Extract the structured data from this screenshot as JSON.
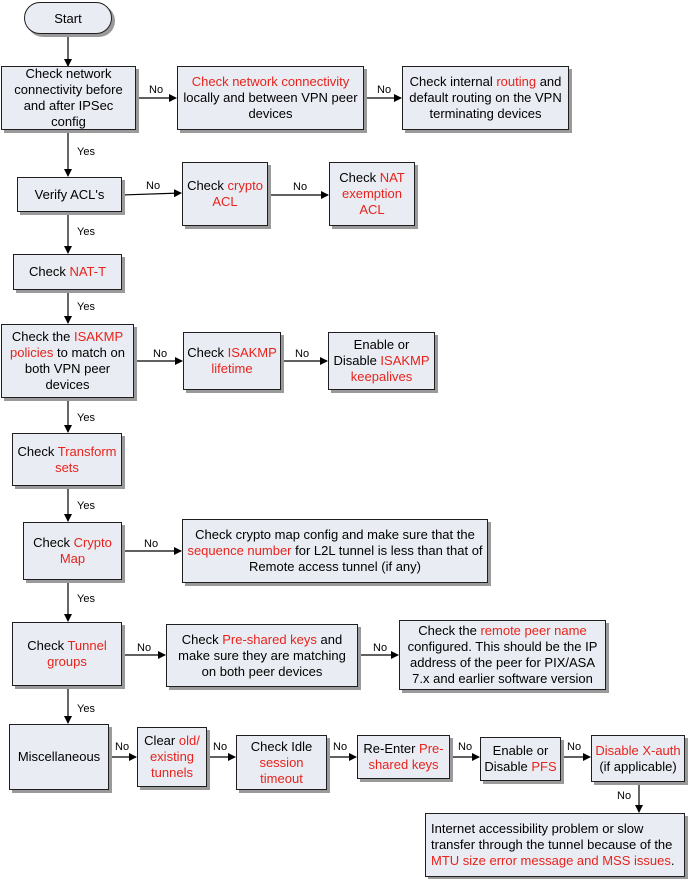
{
  "start": "Start",
  "yes": "Yes",
  "no": "No",
  "nodes": {
    "check_network_main": [
      {
        "t": "Check network connectivity before and after IPSec config",
        "r": false
      }
    ],
    "check_network_conn": [
      {
        "t": "Check network connectivity",
        "r": true
      },
      {
        "t": " locally and between VPN peer devices",
        "r": false
      }
    ],
    "check_routing": [
      {
        "t": "Check internal ",
        "r": false
      },
      {
        "t": "routing",
        "r": true
      },
      {
        "t": " and default routing on the VPN terminating devices",
        "r": false
      }
    ],
    "verify_acls": [
      {
        "t": "Verify ACL's",
        "r": false
      }
    ],
    "check_crypto_acl": [
      {
        "t": "Check ",
        "r": false
      },
      {
        "t": "crypto ACL",
        "r": true
      }
    ],
    "check_nat_exemption": [
      {
        "t": "Check ",
        "r": false
      },
      {
        "t": "NAT exemption ACL",
        "r": true
      }
    ],
    "check_natt": [
      {
        "t": "Check ",
        "r": false
      },
      {
        "t": "NAT-T",
        "r": true
      }
    ],
    "check_isakmp_policies": [
      {
        "t": "Check the ",
        "r": false
      },
      {
        "t": "ISAKMP policies",
        "r": true
      },
      {
        "t": " to match on both VPN peer devices",
        "r": false
      }
    ],
    "check_isakmp_lifetime": [
      {
        "t": "Check ",
        "r": false
      },
      {
        "t": "ISAKMP lifetime",
        "r": true
      }
    ],
    "isakmp_keepalives": [
      {
        "t": "Enable or Disable ",
        "r": false
      },
      {
        "t": "ISAKMP keepalives",
        "r": true
      }
    ],
    "check_transform_sets": [
      {
        "t": "Check ",
        "r": false
      },
      {
        "t": "Transform sets",
        "r": true
      }
    ],
    "check_crypto_map": [
      {
        "t": "Check ",
        "r": false
      },
      {
        "t": "Crypto Map",
        "r": true
      }
    ],
    "crypto_map_config": [
      {
        "t": "Check crypto map config and make sure that the ",
        "r": false
      },
      {
        "t": "sequence number",
        "r": true
      },
      {
        "t": " for L2L tunnel is less than that of Remote access tunnel (if any)",
        "r": false
      }
    ],
    "check_tunnel_groups": [
      {
        "t": "Check ",
        "r": false
      },
      {
        "t": "Tunnel groups",
        "r": true
      }
    ],
    "check_preshared_keys": [
      {
        "t": "Check ",
        "r": false
      },
      {
        "t": "Pre-shared keys",
        "r": true
      },
      {
        "t": " and make sure they are matching on both peer devices",
        "r": false
      }
    ],
    "check_remote_peer": [
      {
        "t": "Check the ",
        "r": false
      },
      {
        "t": "remote peer name",
        "r": true
      },
      {
        "t": " configured. This should be the IP address of the peer for PIX/ASA 7.x and earlier software version",
        "r": false
      }
    ],
    "miscellaneous": [
      {
        "t": "Miscellaneous",
        "r": false
      }
    ],
    "clear_tunnels": [
      {
        "t": "Clear ",
        "r": false
      },
      {
        "t": "old/ existing tunnels",
        "r": true
      }
    ],
    "idle_timeout": [
      {
        "t": "Check Idle ",
        "r": false
      },
      {
        "t": "session timeout",
        "r": true
      }
    ],
    "reenter_keys": [
      {
        "t": "Re-Enter ",
        "r": false
      },
      {
        "t": "Pre-shared keys",
        "r": true
      }
    ],
    "enable_pfs": [
      {
        "t": "Enable or Disable ",
        "r": false
      },
      {
        "t": "PFS",
        "r": true
      }
    ],
    "disable_xauth": [
      {
        "t": "Disable X-auth",
        "r": true
      },
      {
        "t": " (if applicable)",
        "r": false
      }
    ],
    "internet_access": [
      {
        "t": "Internet accessibility problem or slow transfer through the tunnel because of the ",
        "r": false
      },
      {
        "t": "MTU size error message and MSS issues",
        "r": true
      },
      {
        "t": ".",
        "r": false
      }
    ]
  }
}
